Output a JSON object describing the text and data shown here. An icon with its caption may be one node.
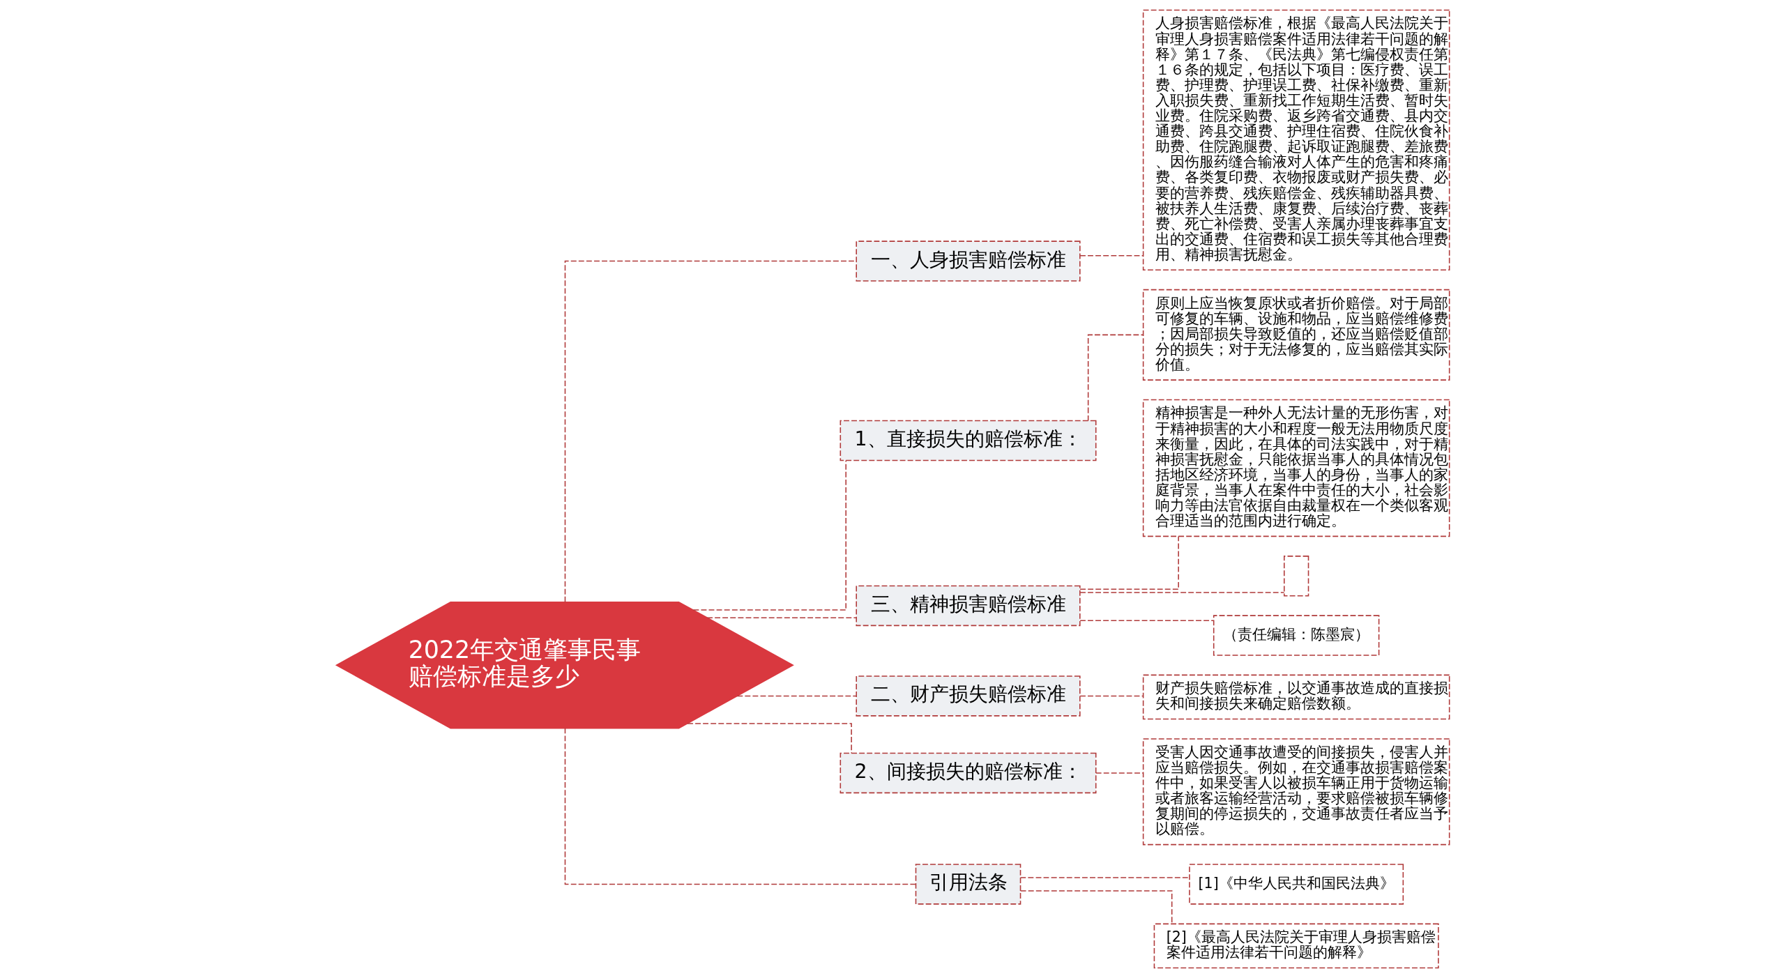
{
  "diagram": {
    "nodes": [
      {
        "text": [
          "2022年交通肇事民事赔偿标准是多少"
        ]
      },
      {
        "text": [
          "一、人身损害赔偿标准"
        ]
      },
      {
        "text": [
          "人身损害赔偿标准，根据《最高人民法院关于审理人身损害赔偿案件适用法律若干问题的解释》第１７条、《民法典》第七编侵权责任第１６条的规定，包括以下项目：医疗费、误工费、护理费、护理误工费、社保补缴费、重新入职损失费、重新找工作短期生活费、暂时失业费。住院采购费、返乡跨省交通费、县内交通费、跨县交通费、护理住宿费、住院伙食补助费、住院跑腿费、起诉取证跑腿费、差旅费、因伤服药缝合输液对人体产生的危害和疼痛费、各类复印费、衣物报废或财产损失费、必要的营养费、残疾赔偿金、残疾辅助器具费、被扶养人生活费、康复费、后续治疗费、丧葬费、死亡补偿费、受害人亲属办理丧葬事宜支出的交通费、住宿费和误工损失等其他合理费用、精神损害抚慰金。"
        ]
      },
      {
        "text": [
          "1、直接损失的赔偿标准："
        ]
      },
      {
        "text": [
          "原则上应当恢复原状或者折价赔偿。对于局部可修复的车辆、设施和物品，应当赔偿维修费；因局部损失导致贬值的，还应当赔偿贬值部分的损失；对于无法修复的，应当赔偿其实际价值。"
        ]
      },
      {
        "text": [
          "三、精神损害赔偿标准"
        ]
      },
      {
        "text": [
          "精神损害是一种外人无法计量的无形伤害，对于精神损害的大小和程度一般无法用物质尺度来衡量，因此，在具体的司法实践中，对于精神损害抚慰金，只能依据当事人的具体情况包括地区经济环境，当事人的身份，当事人的家庭背景，当事人在案件中责任的大小，社会影响力等由法官依据自由裁量权在一个类似客观合理适当的范围内进行确定。"
        ]
      },
      {
        "text": [],
        "shape": "box"
      },
      {
        "text": [
          "（责任编辑：陈墨宸）"
        ]
      },
      {
        "text": [
          "二、财产损失赔偿标准"
        ]
      },
      {
        "text": [
          "财产损失赔偿标准，以交通事故造成的直接损失和间接损失来确定赔偿数额。"
        ]
      },
      {
        "text": [
          "2、间接损失的赔偿标准："
        ]
      },
      {
        "text": [
          "受害人因交通事故遭受的间接损失，侵害人并应当赔偿损失。例如，在交通事故损害赔偿案件中，如果受害人以被损车辆正用于货物运输或者旅客运输经营活动，要求赔偿被损车辆修复期间的停运损失的，交通事故责任者应当予以赔偿。"
        ]
      },
      {
        "text": [
          "引用法条"
        ]
      },
      {
        "text": [
          "[1]《中华人民共和国民法典》"
        ]
      },
      {
        "text": [
          "[2]《最高人民法院关于审理人身损害赔偿案件适用法律若干问题的解释》"
        ]
      }
    ],
    "edges": [
      {
        "from": 0,
        "to": 1,
        "arrow": "none",
        "style": "dashed"
      },
      {
        "from": 1,
        "to": 2,
        "arrow": "none",
        "style": "dashed"
      },
      {
        "from": 0,
        "to": 3,
        "arrow": "none",
        "style": "dashed"
      },
      {
        "from": 3,
        "to": 4,
        "arrow": "none",
        "style": "dashed"
      },
      {
        "from": 0,
        "to": 5,
        "arrow": "none",
        "style": "dashed"
      },
      {
        "from": 5,
        "to": 6,
        "arrow": "none",
        "style": "dashed"
      },
      {
        "from": 5,
        "to": 7,
        "arrow": "none",
        "style": "dashed"
      },
      {
        "from": 5,
        "to": 8,
        "arrow": "none",
        "style": "dashed"
      },
      {
        "from": 0,
        "to": 9,
        "arrow": "none",
        "style": "dashed"
      },
      {
        "from": 9,
        "to": 10,
        "arrow": "none",
        "style": "dashed"
      },
      {
        "from": 0,
        "to": 11,
        "arrow": "none",
        "style": "dashed"
      },
      {
        "from": 11,
        "to": 12,
        "arrow": "none",
        "style": "dashed"
      },
      {
        "from": 0,
        "to": 13,
        "arrow": "none",
        "style": "dashed"
      },
      {
        "from": 13,
        "to": 14,
        "arrow": "none",
        "style": "dashed"
      },
      {
        "from": 13,
        "to": 15,
        "arrow": "none",
        "style": "dashed"
      }
    ]
  }
}
